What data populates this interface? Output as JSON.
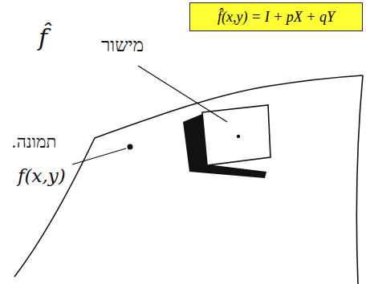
{
  "diagram": {
    "nodes": [
      {
        "text": [
          "f̂(x,y) = I + pX + qY"
        ]
      }
    ],
    "labels": [
      "f̂",
      "מישור",
      "תמונה.",
      "f(x,y)"
    ]
  }
}
